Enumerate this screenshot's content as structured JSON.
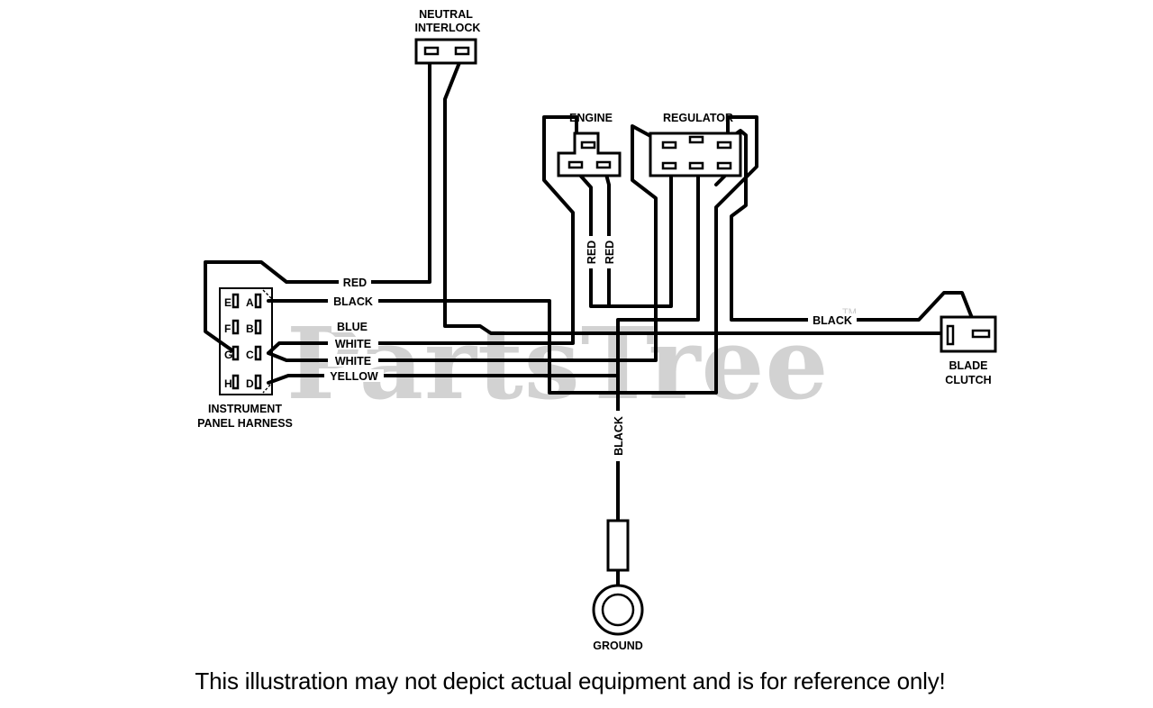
{
  "watermark": "PartsTree",
  "watermark_tm": "TM",
  "components": {
    "neutral_interlock": [
      "NEUTRAL",
      "INTERLOCK"
    ],
    "engine": "ENGINE",
    "regulator": "REGULATOR",
    "instrument_panel_harness": [
      "INSTRUMENT",
      "PANEL HARNESS"
    ],
    "blade_clutch": [
      "BLADE",
      "CLUTCH"
    ],
    "ground": "GROUND"
  },
  "harness_pins": [
    "E",
    "A",
    "F",
    "B",
    "G",
    "C",
    "H",
    "D"
  ],
  "wires": {
    "red_top": "RED",
    "black_a": "BLACK",
    "blue": "BLUE",
    "white_1": "WHITE",
    "white_2": "WHITE",
    "yellow": "YELLOW",
    "red_left": "RED",
    "red_right": "RED",
    "black_clutch": "BLACK",
    "black_ground": "BLACK"
  },
  "disclaimer": "This illustration may not depict actual equipment and is for reference only!"
}
